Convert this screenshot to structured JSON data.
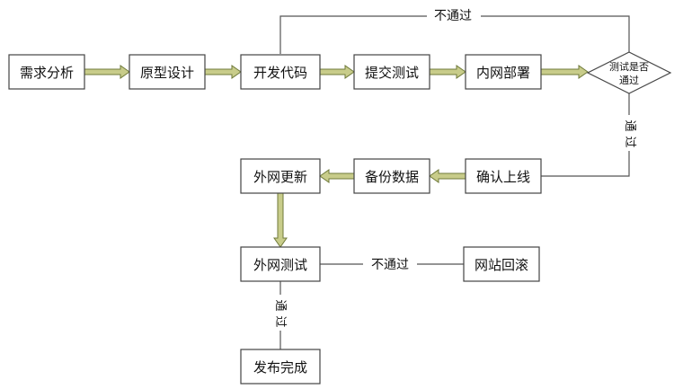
{
  "nodes": {
    "requirements": "需求分析",
    "prototype": "原型设计",
    "develop": "开发代码",
    "submit_test": "提交测试",
    "intranet_deploy": "内网部署",
    "test_passed_line1": "测试是否",
    "test_passed_line2": "通过",
    "confirm_launch": "确认上线",
    "backup_data": "备份数据",
    "extranet_update": "外网更新",
    "extranet_test": "外网测试",
    "site_rollback": "网站回滚",
    "release_done": "发布完成"
  },
  "edges": {
    "fail_top": "不通过",
    "fail_bottom": "不通过",
    "pass_right_1": "通",
    "pass_right_2": "过",
    "pass_left_1": "通",
    "pass_left_2": "过"
  },
  "colors": {
    "box_border": "#444444",
    "line": "#555555",
    "arrow_fill": "#c8cc8a",
    "arrow_stroke": "#6f7a3a"
  }
}
